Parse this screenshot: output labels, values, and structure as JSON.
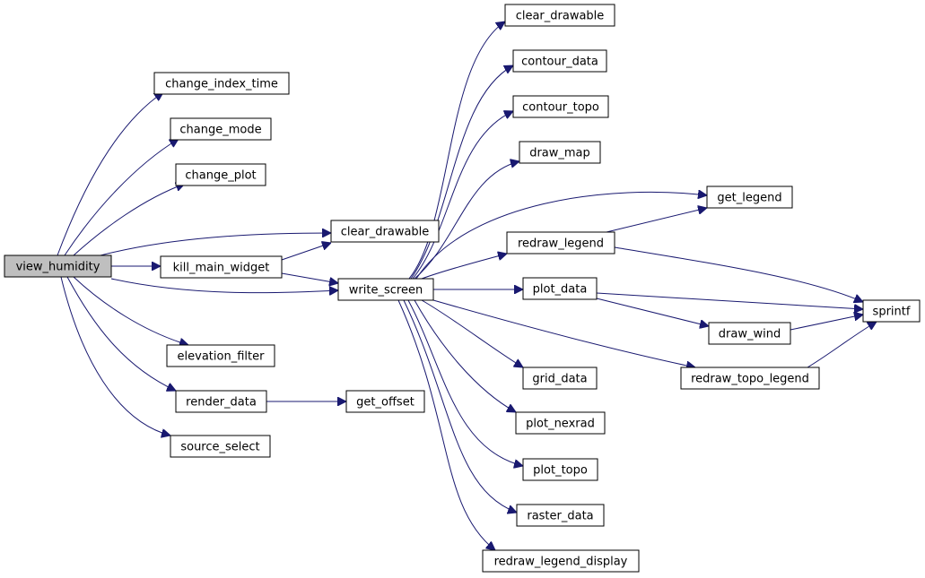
{
  "colors": {
    "edge": "#191970",
    "root_fill": "#bfbfbf",
    "node_fill": "#ffffff",
    "node_stroke": "#000000"
  },
  "graph": {
    "type": "call-graph",
    "root": "view_humidity",
    "nodes": {
      "view_humidity": "view_humidity",
      "change_index_time": "change_index_time",
      "change_mode": "change_mode",
      "change_plot": "change_plot",
      "clear_drawable_1": "clear_drawable",
      "kill_main_widget": "kill_main_widget",
      "write_screen": "write_screen",
      "elevation_filter": "elevation_filter",
      "render_data": "render_data",
      "get_offset": "get_offset",
      "source_select": "source_select",
      "clear_drawable_2": "clear_drawable",
      "contour_data": "contour_data",
      "contour_topo": "contour_topo",
      "draw_map": "draw_map",
      "get_legend": "get_legend",
      "redraw_legend": "redraw_legend",
      "plot_data": "plot_data",
      "draw_wind": "draw_wind",
      "sprintf": "sprintf",
      "grid_data": "grid_data",
      "redraw_topo_legend": "redraw_topo_legend",
      "plot_nexrad": "plot_nexrad",
      "plot_topo": "plot_topo",
      "raster_data": "raster_data",
      "redraw_legend_display": "redraw_legend_display"
    },
    "edges": [
      [
        "view_humidity",
        "change_index_time"
      ],
      [
        "view_humidity",
        "change_mode"
      ],
      [
        "view_humidity",
        "change_plot"
      ],
      [
        "view_humidity",
        "clear_drawable_1"
      ],
      [
        "view_humidity",
        "kill_main_widget"
      ],
      [
        "view_humidity",
        "write_screen"
      ],
      [
        "view_humidity",
        "elevation_filter"
      ],
      [
        "view_humidity",
        "render_data"
      ],
      [
        "view_humidity",
        "source_select"
      ],
      [
        "kill_main_widget",
        "clear_drawable_1"
      ],
      [
        "kill_main_widget",
        "write_screen"
      ],
      [
        "render_data",
        "get_offset"
      ],
      [
        "write_screen",
        "clear_drawable_2"
      ],
      [
        "write_screen",
        "contour_data"
      ],
      [
        "write_screen",
        "contour_topo"
      ],
      [
        "write_screen",
        "draw_map"
      ],
      [
        "write_screen",
        "get_legend"
      ],
      [
        "write_screen",
        "redraw_legend"
      ],
      [
        "write_screen",
        "plot_data"
      ],
      [
        "write_screen",
        "grid_data"
      ],
      [
        "write_screen",
        "redraw_topo_legend"
      ],
      [
        "write_screen",
        "plot_nexrad"
      ],
      [
        "write_screen",
        "plot_topo"
      ],
      [
        "write_screen",
        "raster_data"
      ],
      [
        "write_screen",
        "redraw_legend_display"
      ],
      [
        "redraw_legend",
        "get_legend"
      ],
      [
        "redraw_legend",
        "sprintf"
      ],
      [
        "plot_data",
        "sprintf"
      ],
      [
        "plot_data",
        "draw_wind"
      ],
      [
        "draw_wind",
        "sprintf"
      ],
      [
        "redraw_topo_legend",
        "sprintf"
      ]
    ]
  }
}
